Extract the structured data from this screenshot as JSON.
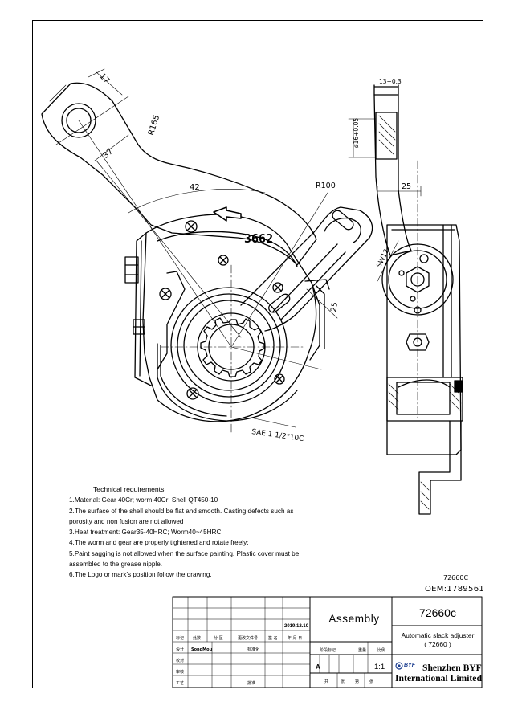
{
  "labels": {
    "dim_17": "17",
    "dim_r165": "R165",
    "dim_37": "37",
    "dim_42": "42",
    "dim_r100": "R100",
    "mark_3662": "3662",
    "dim_25_main": "25",
    "dim_spline": "SAE 1 1/2\"10C",
    "dim_side_top": "13+0.3",
    "dim_side_dia": "ø16+0.05",
    "dim_side_25": "25",
    "dim_side_sw12": "SW12"
  },
  "tech_requirements": {
    "title": "Technical requirements",
    "items": [
      "1.Material: Gear 40Cr; worm 40Cr; Shell QT450-10",
      "2.The surface of the shell should be flat and smooth. Casting defects such as",
      "porosity and non fusion are not allowed",
      "3.Heat treatment: Gear35-40HRC; Worm40~45HRC;",
      "4.The worm and gear are properly tightened and rotate freely;",
      "5.Paint sagging is not allowed when the surface painting. Plastic cover must be",
      "assembled to the grease nipple.",
      "6.The Logo or mark's position follow the drawing."
    ]
  },
  "code_small": "72660C",
  "oem": "OEM:1789561",
  "title_block": {
    "assembly": "Assembly",
    "part_number": "72660c",
    "part_name_line1": "Automatic slack adjuster",
    "part_name_line2": "( 72660 )",
    "scale": "1:1",
    "stage_mark": "A",
    "date": "2019.12.10",
    "logo_text": "BYF",
    "company_line1": "Shenzhen BYF",
    "company_line2": "International Limited",
    "row_labels_left": [
      "标记",
      "设计",
      "校对",
      "审核",
      "工艺"
    ],
    "header_labels": [
      "处数",
      "分 区",
      "更改文件号",
      "签 名",
      "年.月.日"
    ],
    "designer": "SongMou",
    "std_label": "标准化",
    "approve_label": "批准",
    "stage_labels": [
      "阶段标记",
      "重量",
      "比例"
    ],
    "sheet_labels": [
      "共",
      "张",
      "第",
      "张"
    ]
  }
}
